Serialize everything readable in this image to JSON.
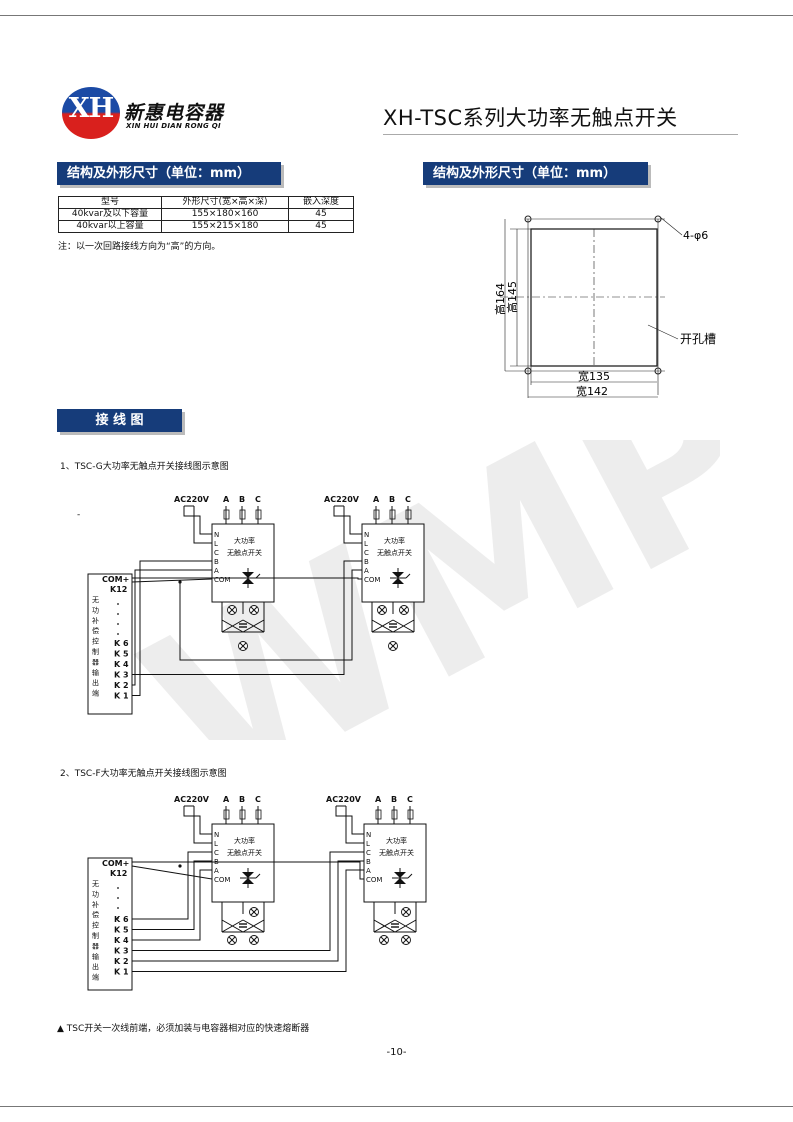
{
  "header": {
    "logo_mark": "XH",
    "brand_cn": "新惠电容器",
    "brand_en": "XIN HUI DIAN RONG QI",
    "title": "XH-TSC系列大功率无触点开关"
  },
  "sections": {
    "structure_left": "结构及外形尺寸（单位：mm）",
    "structure_right": "结构及外形尺寸（单位：mm）",
    "wiring": "接 线 图"
  },
  "spec_table": {
    "headers": [
      "型号",
      "外形尺寸(宽×高×深)",
      "嵌入深度"
    ],
    "rows": [
      [
        "40kvar及以下容量",
        "155×180×160",
        "45"
      ],
      [
        "40kvar以上容量",
        "155×215×180",
        "45"
      ]
    ]
  },
  "note": "注：以一次回路接线方向为“高”的方向。",
  "dimension_drawing": {
    "holes": "4-φ6",
    "cutout": "开孔槽",
    "h_outer": "高164",
    "h_inner": "高145",
    "w_inner": "宽135",
    "w_outer": "宽142"
  },
  "diagrams": {
    "g_caption": "1、TSC-G大功率无触点开关接线图示意图",
    "f_caption": "2、TSC-F大功率无触点开关接线图示意图",
    "dash": "-",
    "supply": "AC220V",
    "phases": [
      "A",
      "B",
      "C"
    ],
    "switch_line1": "大功率",
    "switch_line2": "无触点开关",
    "terms": [
      "N",
      "L",
      "C",
      "B",
      "A",
      "COM"
    ],
    "controller_com": "COM+",
    "controller_k12": "K12",
    "controller_label": [
      "无",
      "功",
      "补",
      "偿",
      "控",
      "制",
      "器",
      "输",
      "出",
      "端"
    ],
    "k_letters": [
      "K",
      "K",
      "K",
      "K",
      "K",
      "K"
    ],
    "k_nums": [
      "6",
      "5",
      "4",
      "3",
      "2",
      "1"
    ]
  },
  "footer_note": "▲ TSC开关一次线前端，必须加装与电容器相对应的快速熔断器",
  "page_number": "-10-",
  "watermark": "WMPS",
  "colors": {
    "section_bg": "#163c7a",
    "logo_blue": "#1b4aa5",
    "logo_red": "#d9201d"
  }
}
